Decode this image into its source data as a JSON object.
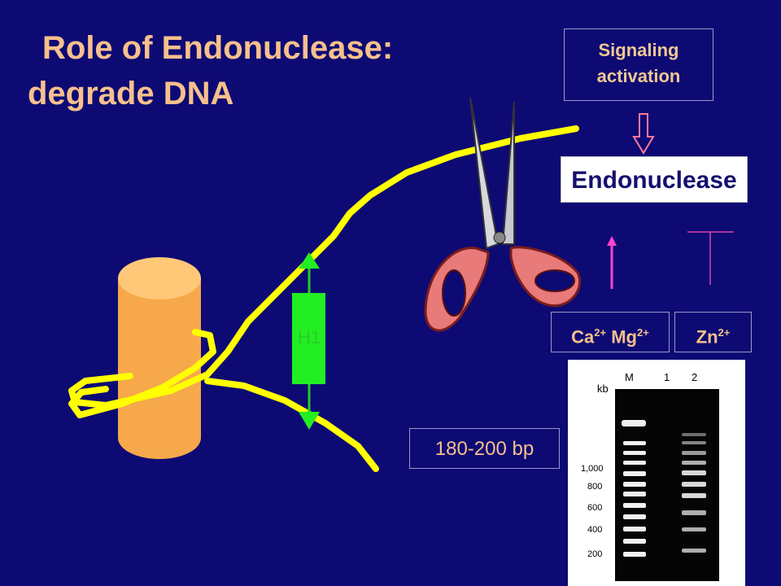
{
  "title": {
    "line1": "Role of  Endonuclease:",
    "line2": "degrade DNA"
  },
  "signaling_box": {
    "line1": "Signaling",
    "line2": "activation"
  },
  "endonuclease_label": "Endonuclease",
  "ions": {
    "activators_base": [
      "Ca",
      "Mg"
    ],
    "activators_charge": "2+",
    "inhibitor_base": "Zn",
    "inhibitor_charge": "2+"
  },
  "h1_label": "H1",
  "fragment_label": "180-200 bp",
  "gel": {
    "unit": "kb",
    "lanes": [
      "M",
      "1",
      "2"
    ],
    "ticks": [
      "1,000",
      "800",
      "600",
      "400",
      "200"
    ]
  },
  "colors": {
    "background": "#0d0a74",
    "title": "#f7c08c",
    "dna": "#ffff00",
    "histone": "#f6a84a",
    "h1": "#22ee22",
    "activation_arrow": "#ff44cc",
    "inhibition": "#dd44aa"
  }
}
